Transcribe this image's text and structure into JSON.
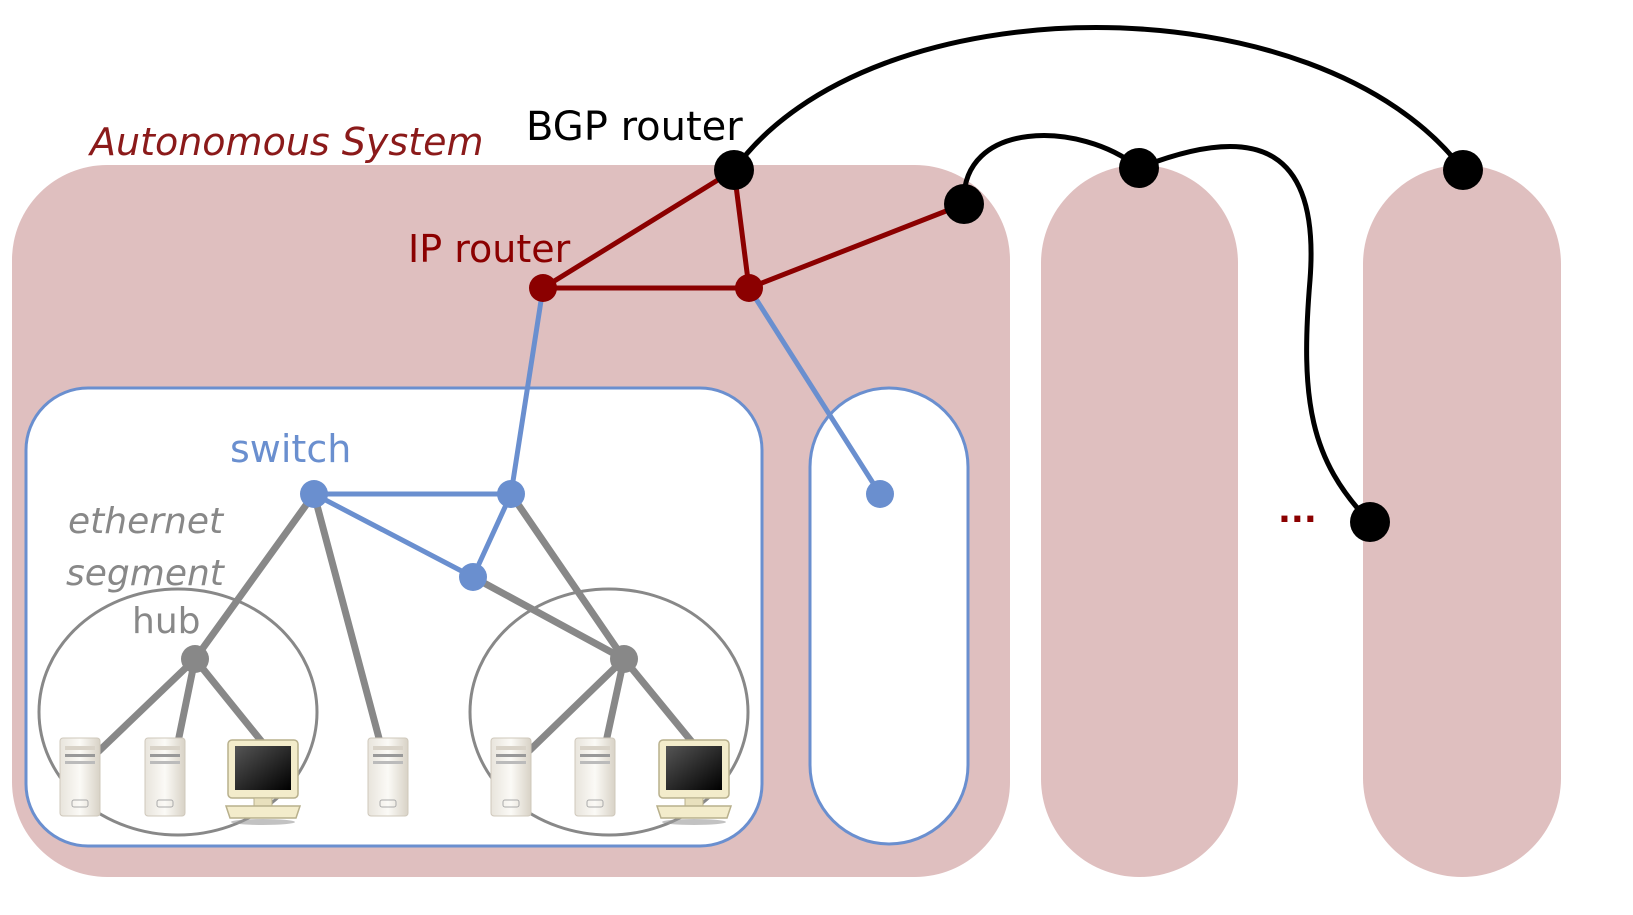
{
  "labels": {
    "autonomous_system": "Autonomous System",
    "bgp_router": "BGP router",
    "ip_router": "IP router",
    "switch": "switch",
    "ethernet": "ethernet",
    "segment": "segment",
    "hub": "hub",
    "ellipsis": "..."
  },
  "colors": {
    "as_fill": "#dfbfbf",
    "as_label": "#8b1a1a",
    "bgp": "#000000",
    "ip": "#8b0000",
    "switch": "#6a8fcf",
    "ethernet": "#888888",
    "lan_fill": "#ffffff"
  },
  "icons": [
    "server-tower-icon",
    "desktop-monitor-icon"
  ]
}
